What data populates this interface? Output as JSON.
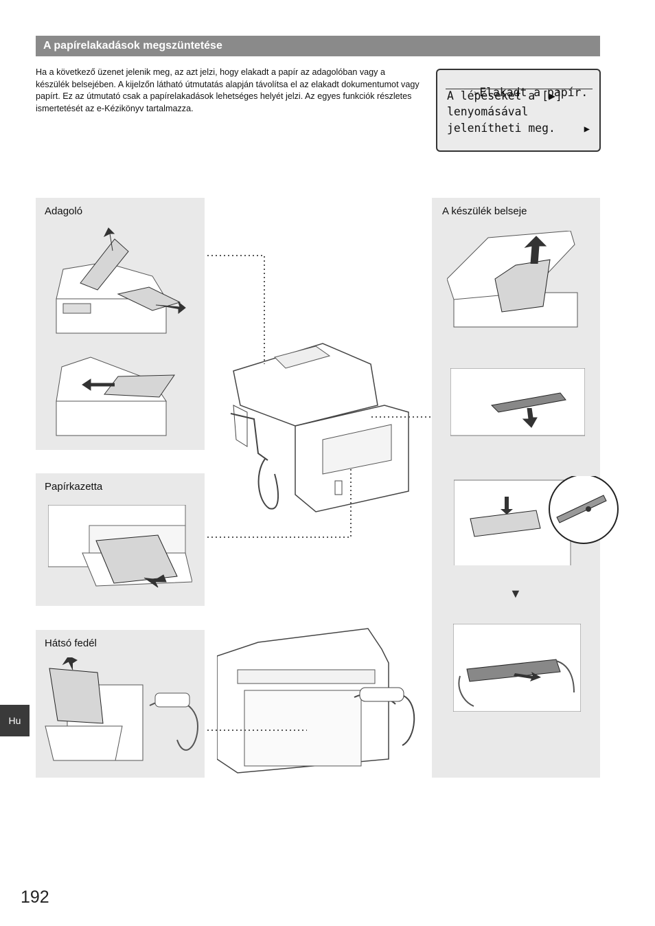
{
  "section": {
    "title": "A papírelakadások megszüntetése"
  },
  "intro": {
    "text": "Ha a következő üzenet jelenik meg, az azt jelzi, hogy elakadt a papír az adagolóban vagy a készülék belsejében. A kijelzőn látható útmutatás alapján távolítsa el az elakadt dokumentumot vagy papírt. Ez az útmutató csak a papírelakadások lehetséges helyét jelzi. Az egyes funkciók részletes ismertetését az e-Kézikönyv tartalmazza."
  },
  "lcd": {
    "line1": "Elakadt a papír.",
    "line1_icon": "paper-jam-icon",
    "line2": "A lépéseket a [▶]",
    "line3": "lenyomásával",
    "line4": "jelenítheti meg.",
    "more_icon": "▶"
  },
  "panels": {
    "feeder": {
      "label": "Adagoló"
    },
    "cassette": {
      "label": "Papírkazetta"
    },
    "rear_cover": {
      "label": "Hátsó fedél"
    },
    "inside": {
      "label": "A készülék belseje"
    }
  },
  "inside_step_marker": "▼",
  "language_tab": "Hu",
  "page_number": "192"
}
